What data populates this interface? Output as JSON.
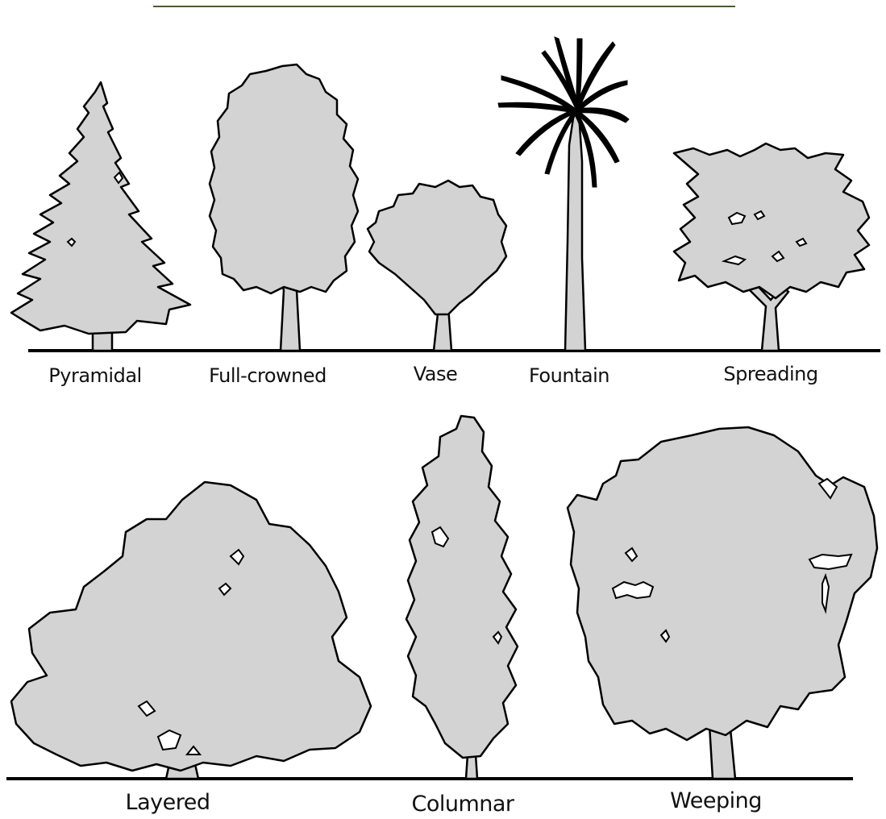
{
  "colors": {
    "fill": "#d3d3d3",
    "outline": "#000000",
    "top_rule": "#4b5a3a"
  },
  "labels": {
    "pyramidal": "Pyramidal",
    "full_crowned": "Full-crowned",
    "vase": "Vase",
    "fountain": "Fountain",
    "spreading": "Spreading",
    "layered": "Layered",
    "columnar": "Columnar",
    "weeping": "Weeping"
  }
}
